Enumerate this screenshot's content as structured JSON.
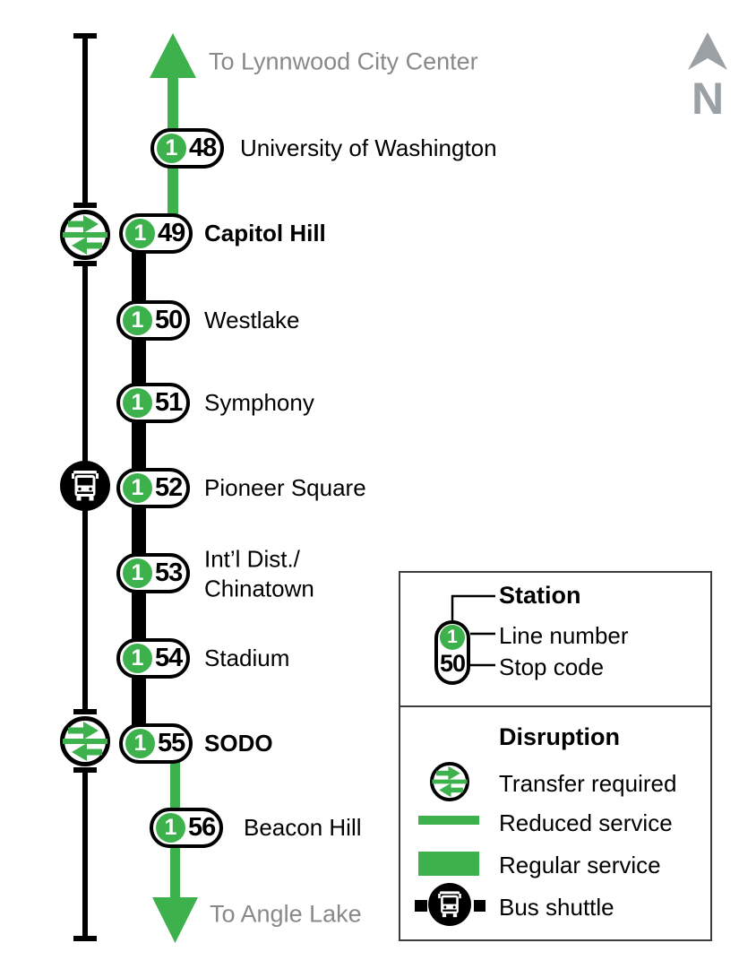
{
  "map": {
    "line_number": "1",
    "direction_top": "To Lynnwood City Center",
    "direction_bottom": "To Angle Lake",
    "north_label": "N"
  },
  "stations": [
    {
      "code": "48",
      "name": "University of Washington",
      "emphasis": false
    },
    {
      "code": "49",
      "name": "Capitol Hill",
      "emphasis": true
    },
    {
      "code": "50",
      "name": "Westlake",
      "emphasis": false
    },
    {
      "code": "51",
      "name": "Symphony",
      "emphasis": false
    },
    {
      "code": "52",
      "name": "Pioneer Square",
      "emphasis": false
    },
    {
      "code": "53",
      "name": "Int’l Dist./\nChinatown",
      "emphasis": false
    },
    {
      "code": "54",
      "name": "Stadium",
      "emphasis": false
    },
    {
      "code": "55",
      "name": "SODO",
      "emphasis": true
    },
    {
      "code": "56",
      "name": "Beacon Hill",
      "emphasis": false
    }
  ],
  "legend": {
    "station_section": {
      "title": "Station",
      "line_number_label": "Line number",
      "stop_code_label": "Stop code",
      "sample_line": "1",
      "sample_code": "50"
    },
    "disruption_section": {
      "title": "Disruption",
      "transfer_label": "Transfer required",
      "reduced_label": "Reduced service",
      "regular_label": "Regular service",
      "bus_label": "Bus shuttle"
    }
  },
  "colors": {
    "line_green": "#3cb14c",
    "black": "#000000",
    "gray_text": "#87898b",
    "north_gray": "#9aa0a3"
  }
}
